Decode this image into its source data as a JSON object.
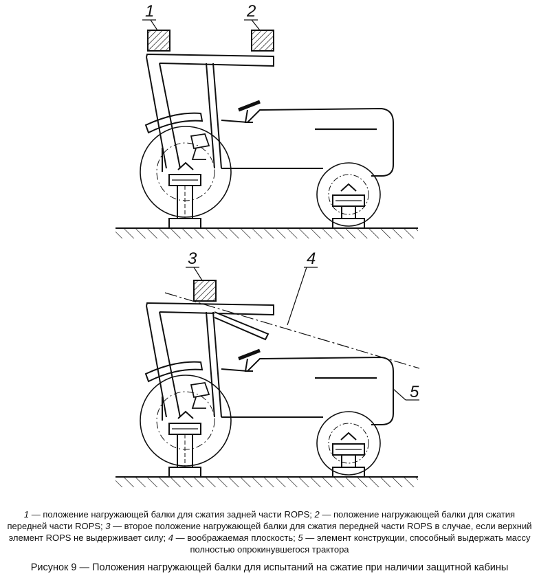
{
  "labels": {
    "l1": "1",
    "l2": "2",
    "l3": "3",
    "l4": "4",
    "l5": "5"
  },
  "legend": {
    "items": [
      {
        "num": "1",
        "text": " — положение нагружающей балки для сжатия задней части ROPS; "
      },
      {
        "num": "2",
        "text": " — положение нагружающей балки для сжатия передней части ROPS; "
      },
      {
        "num": "3",
        "text": " — второе положение нагружающей балки для сжатия передней части ROPS в случае, если верхний элемент ROPS не выдерживает силу; "
      },
      {
        "num": "4",
        "text": " — воображаемая плоскость; "
      },
      {
        "num": "5",
        "text": " — элемент конструкции, способный выдержать массу полностью опрокинувшегося трактора"
      }
    ]
  },
  "caption": "Рисунок 9 — Положения нагружающей балки для испытаний на сжатие при наличии защитной кабины"
}
